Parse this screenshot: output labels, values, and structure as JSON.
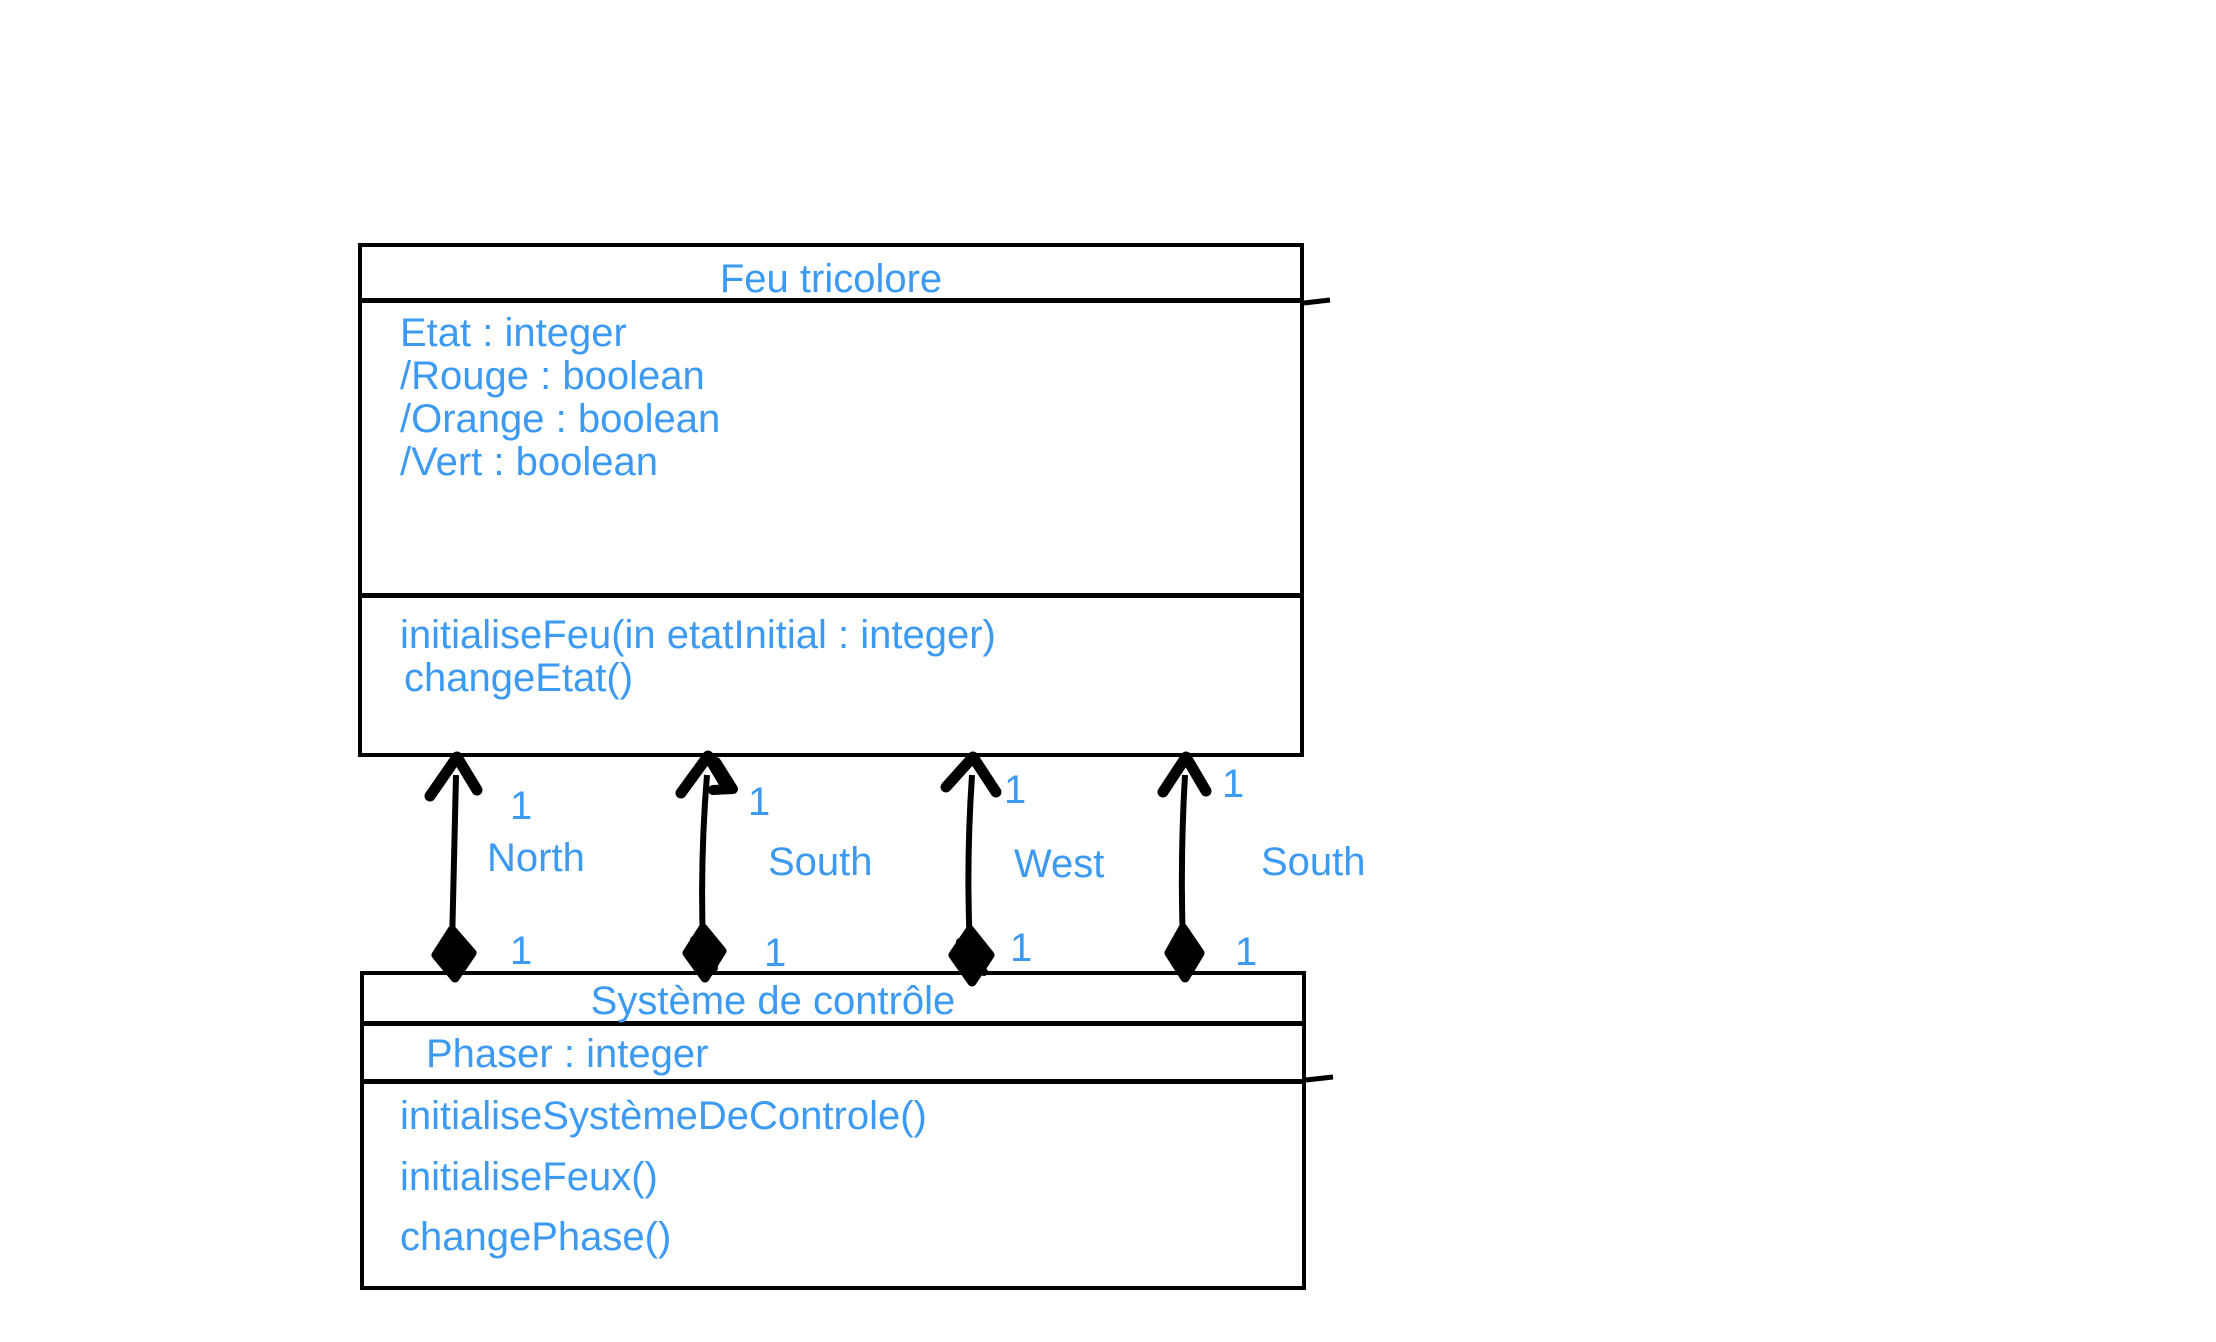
{
  "diagram": {
    "kind": "uml-class-diagram",
    "accent_color": "#3d9af2",
    "line_color": "#000000",
    "background": "#ffffff"
  },
  "classes": [
    {
      "id": "feu-tricolore",
      "name": "Feu tricolore",
      "attributes": [
        "Etat : integer",
        "/Rouge : boolean",
        "/Orange : boolean",
        "/Vert : boolean"
      ],
      "operations": [
        "initialiseFeu(in etatInitial : integer)",
        "changeEtat()"
      ]
    },
    {
      "id": "systeme-de-controle",
      "name": "Système de contrôle",
      "attributes": [
        "Phaser : integer"
      ],
      "operations": [
        "initialiseSystèmeDeControle()",
        "initialiseFeux()",
        "changePhase()"
      ]
    }
  ],
  "associations": [
    {
      "role": "North",
      "source_multiplicity": "1",
      "target_multiplicity": "1",
      "source_end": "composition-diamond",
      "target_end": "open-arrow"
    },
    {
      "role": "South",
      "source_multiplicity": "1",
      "target_multiplicity": "1",
      "source_end": "composition-diamond",
      "target_end": "open-arrow"
    },
    {
      "role": "West",
      "source_multiplicity": "1",
      "target_multiplicity": "1",
      "source_end": "composition-diamond",
      "target_end": "open-arrow"
    },
    {
      "role": "South",
      "source_multiplicity": "1",
      "target_multiplicity": "1",
      "source_end": "composition-diamond",
      "target_end": "open-arrow"
    }
  ]
}
